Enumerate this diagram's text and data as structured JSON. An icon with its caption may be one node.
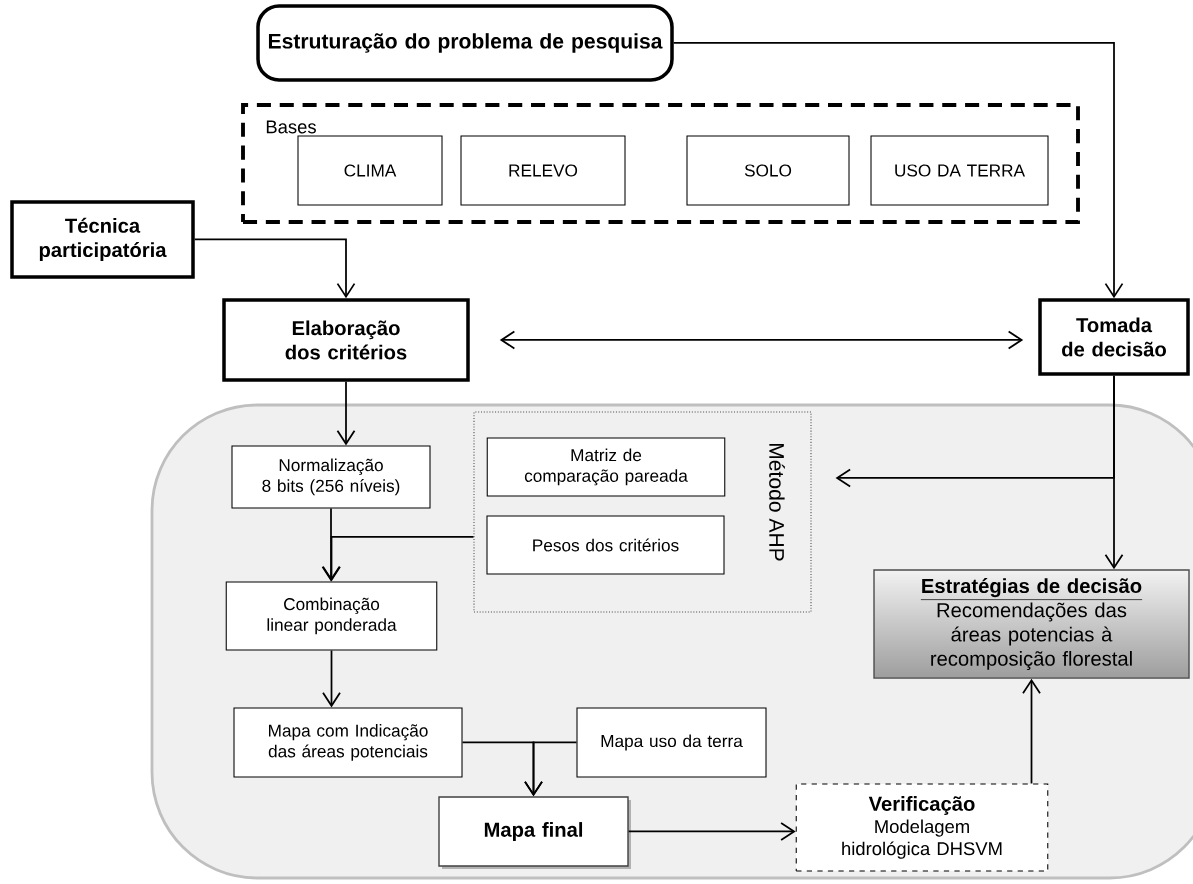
{
  "diagram": {
    "nodes": [
      {
        "text": [
          "Estruturação do problema de pesquisa"
        ]
      },
      {
        "text": [
          "Bases"
        ]
      },
      {
        "text": [
          "CLIMA"
        ],
        "in": 1
      },
      {
        "text": [
          "RELEVO"
        ],
        "in": 1
      },
      {
        "text": [
          "SOLO"
        ],
        "in": 1
      },
      {
        "text": [
          "USO DA TERRA"
        ],
        "in": 1
      },
      {
        "text": [
          "Técnica participatória"
        ]
      },
      {
        "text": [
          "Elaboração dos critérios"
        ]
      },
      {
        "text": [
          "Tomada de decisão"
        ]
      },
      {
        "text": [],
        "shape": "box"
      },
      {
        "text": [
          "Normalização",
          "8 bits (256 níveis)"
        ],
        "in": 9
      },
      {
        "text": [
          "Método AHP"
        ],
        "in": 9
      },
      {
        "text": [
          "Matriz de comparação pareada"
        ],
        "in": 11
      },
      {
        "text": [
          "Pesos dos critérios"
        ],
        "in": 11
      },
      {
        "text": [
          "Combinação linear ponderada"
        ],
        "in": 9
      },
      {
        "text": [
          "Mapa com Indicação das áreas potenciais"
        ],
        "in": 9
      },
      {
        "text": [
          "Mapa uso da terra"
        ],
        "in": 9
      },
      {
        "text": [
          "Mapa final"
        ],
        "in": 9
      },
      {
        "text": [
          "Verificação",
          "Modelagem hidrológica DHSVM"
        ],
        "in": 9
      },
      {
        "text": [
          "Estratégias de decisão",
          "Recomendações das áreas potencias à recomposição florestal"
        ],
        "in": 9
      }
    ],
    "edges": [
      {
        "from": 0,
        "to": 8,
        "arrow": "to"
      },
      {
        "from": 6,
        "to": 7,
        "arrow": "to"
      },
      {
        "from": 7,
        "to": 8,
        "arrow": "both"
      },
      {
        "from": 7,
        "to": 10,
        "arrow": "to"
      },
      {
        "from": 10,
        "to": 14,
        "arrow": "to"
      },
      {
        "from": 11,
        "to": 14,
        "arrow": "to"
      },
      {
        "from": 8,
        "to": 11,
        "arrow": "to"
      },
      {
        "from": 8,
        "to": 19,
        "arrow": "to"
      },
      {
        "from": 14,
        "to": 15,
        "arrow": "to"
      },
      {
        "from": 15,
        "to": 17,
        "arrow": "to"
      },
      {
        "from": 16,
        "to": 17,
        "arrow": "to"
      },
      {
        "from": 17,
        "to": 18,
        "arrow": "to"
      },
      {
        "from": 18,
        "to": 19,
        "arrow": "to"
      }
    ]
  }
}
